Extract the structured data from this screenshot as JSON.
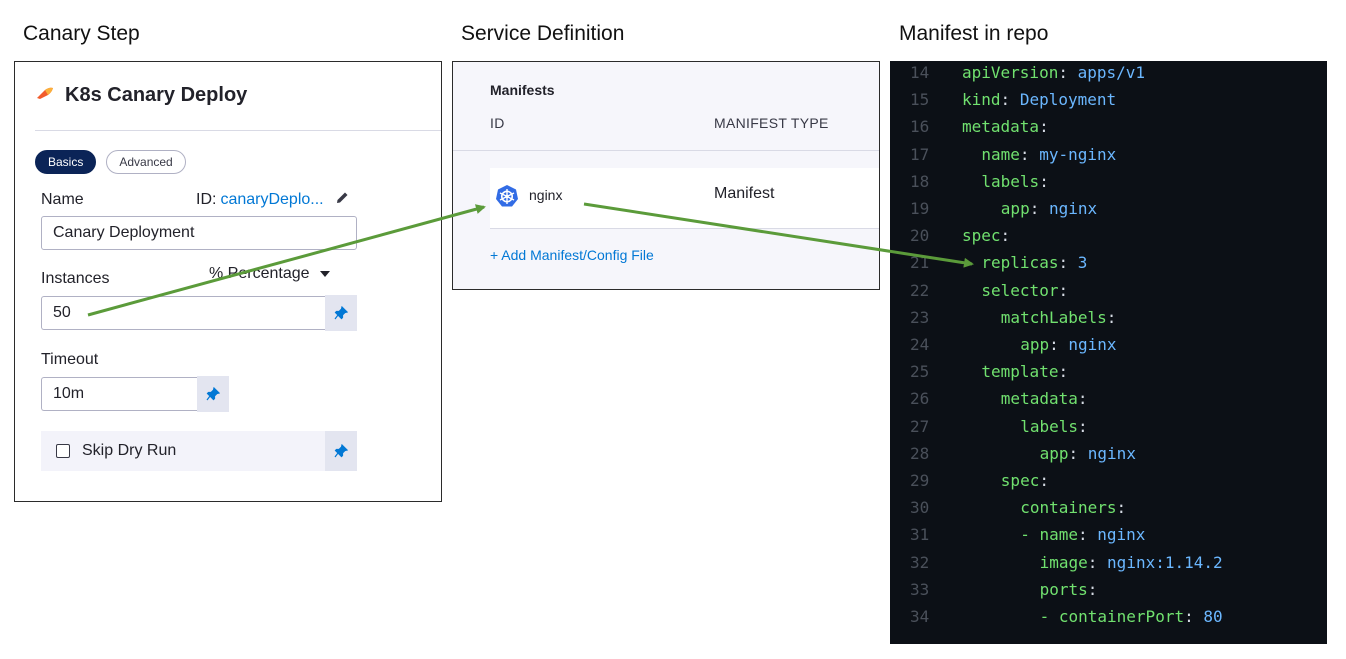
{
  "titles": {
    "canary": "Canary Step",
    "service": "Service Definition",
    "manifest": "Manifest in repo"
  },
  "canary_step": {
    "title": "K8s Canary Deploy",
    "tabs": [
      "Basics",
      "Advanced"
    ],
    "active_tab": "Basics",
    "name_label": "Name",
    "id_label": "ID:",
    "id_value": "canaryDeplo...",
    "name_value": "Canary Deployment",
    "instances_label": "Instances",
    "instances_unit": "% Percentage",
    "instances_value": "50",
    "timeout_label": "Timeout",
    "timeout_value": "10m",
    "skip_dry_run_label": "Skip Dry Run",
    "skip_dry_run_checked": false
  },
  "service_definition": {
    "heading": "Manifests",
    "columns": [
      "ID",
      "MANIFEST TYPE"
    ],
    "rows": [
      {
        "id": "nginx",
        "type": "Manifest",
        "icon": "kubernetes-icon"
      }
    ],
    "add_link": "+ Add Manifest/Config File"
  },
  "manifest": {
    "lines": [
      {
        "n": "14",
        "indent": 0,
        "key": "apiVersion",
        "value": "apps/v1"
      },
      {
        "n": "15",
        "indent": 0,
        "key": "kind",
        "value": "Deployment"
      },
      {
        "n": "16",
        "indent": 0,
        "key": "metadata",
        "value": ""
      },
      {
        "n": "17",
        "indent": 2,
        "key": "name",
        "value": "my-nginx"
      },
      {
        "n": "18",
        "indent": 2,
        "key": "labels",
        "value": ""
      },
      {
        "n": "19",
        "indent": 4,
        "key": "app",
        "value": "nginx"
      },
      {
        "n": "20",
        "indent": 0,
        "key": "spec",
        "value": ""
      },
      {
        "n": "21",
        "indent": 2,
        "key": "replicas",
        "value": "3"
      },
      {
        "n": "22",
        "indent": 2,
        "key": "selector",
        "value": ""
      },
      {
        "n": "23",
        "indent": 4,
        "key": "matchLabels",
        "value": ""
      },
      {
        "n": "24",
        "indent": 6,
        "key": "app",
        "value": "nginx"
      },
      {
        "n": "25",
        "indent": 2,
        "key": "template",
        "value": ""
      },
      {
        "n": "26",
        "indent": 4,
        "key": "metadata",
        "value": ""
      },
      {
        "n": "27",
        "indent": 6,
        "key": "labels",
        "value": ""
      },
      {
        "n": "28",
        "indent": 8,
        "key": "app",
        "value": "nginx"
      },
      {
        "n": "29",
        "indent": 4,
        "key": "spec",
        "value": ""
      },
      {
        "n": "30",
        "indent": 6,
        "key": "containers",
        "value": ""
      },
      {
        "n": "31",
        "indent": 6,
        "key": "- name",
        "value": "nginx"
      },
      {
        "n": "32",
        "indent": 8,
        "key": "image",
        "value": "nginx:1.14.2"
      },
      {
        "n": "33",
        "indent": 8,
        "key": "ports",
        "value": ""
      },
      {
        "n": "34",
        "indent": 8,
        "key": "- containerPort",
        "value": "80"
      }
    ]
  },
  "colors": {
    "arrow": "#5b9b3a",
    "active_tab": "#0b2457",
    "link": "#0278d5",
    "code_bg": "#0c1016",
    "code_key": "#71e16f",
    "code_value": "#6bb7ff"
  }
}
